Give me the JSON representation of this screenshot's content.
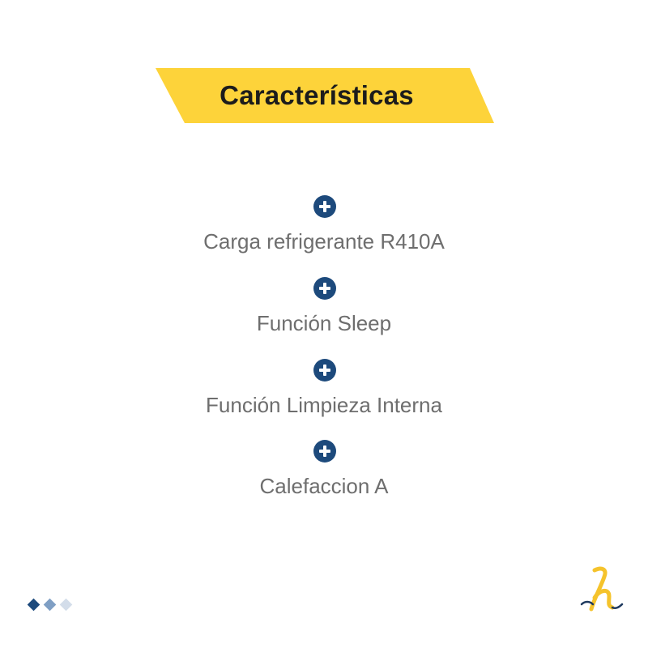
{
  "title": "Características",
  "features": [
    {
      "label": "Carga refrigerante R410A",
      "icon": "plus-circle-icon"
    },
    {
      "label": "Función Sleep",
      "icon": "plus-circle-icon"
    },
    {
      "label": "Función Limpieza Interna",
      "icon": "plus-circle-icon"
    },
    {
      "label": "Calefaccion A",
      "icon": "plus-circle-icon"
    }
  ],
  "pager": {
    "total": 3,
    "active_index": 0
  },
  "colors": {
    "banner": "#fdd33a",
    "icon": "#1d4a7c",
    "text": "#6e6e6e",
    "title": "#1c1c1c",
    "dot_active": "#1d4a7c",
    "dot_mid": "#7f9fc4",
    "dot_light": "#d3ddea",
    "logo_yellow": "#f5c32c",
    "logo_dark": "#1f3a5f"
  }
}
